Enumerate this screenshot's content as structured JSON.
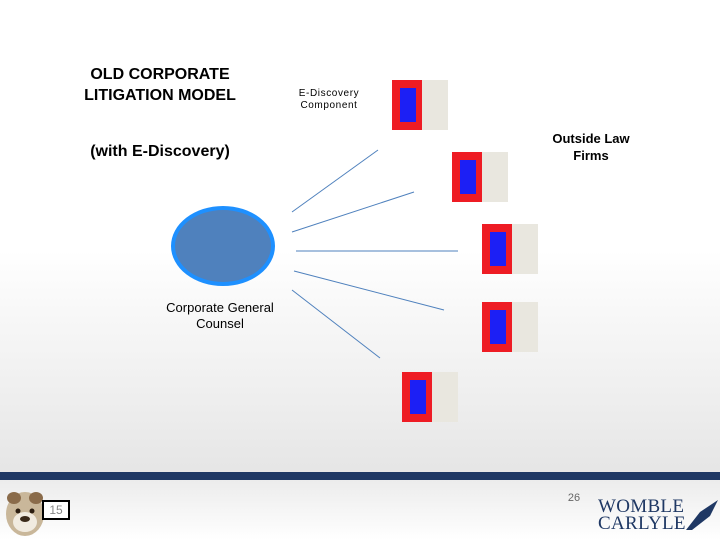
{
  "slide": {
    "title": "OLD CORPORATE LITIGATION MODEL",
    "subtitle": "(with E-Discovery)"
  },
  "labels": {
    "ediscovery_component": "E-Discovery Component",
    "outside_law_firms": "Outside Law Firms",
    "general_counsel": "Corporate General Counsel"
  },
  "footer": {
    "slide_box_number": "15",
    "page_number": "26",
    "logo_line1": "WOMBLE",
    "logo_line2": "CARLYLE"
  },
  "colors": {
    "hub_fill": "#4f81bd",
    "hub_border": "#1e90ff",
    "firm_outer": "#ee1c24",
    "firm_inner": "#1c1ff5",
    "firm_bg": "#e9e7df",
    "spoke": "#4f81bd",
    "footer_bar": "#1f3864"
  }
}
